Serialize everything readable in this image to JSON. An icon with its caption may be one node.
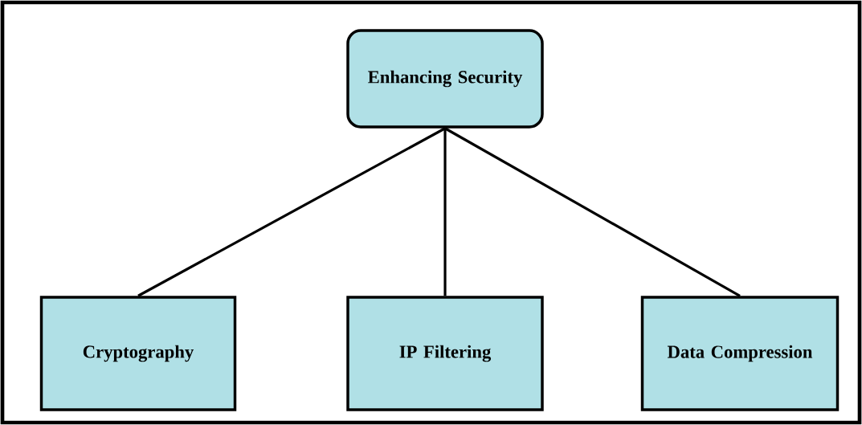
{
  "diagram": {
    "nodes": [
      {
        "text": [
          "Enhancing Security"
        ]
      },
      {
        "text": [
          "Cryptography"
        ]
      },
      {
        "text": [
          "IP Filtering"
        ]
      },
      {
        "text": [
          "Data Compression"
        ]
      }
    ],
    "edges": [
      {
        "from": 0,
        "to": 1,
        "arrow": "none"
      },
      {
        "from": 0,
        "to": 2,
        "arrow": "none"
      },
      {
        "from": 0,
        "to": 3,
        "arrow": "none"
      }
    ]
  }
}
